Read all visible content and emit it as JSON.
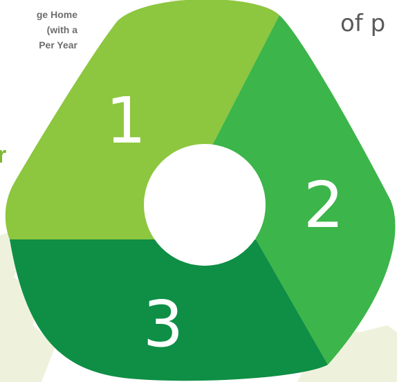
{
  "side_text": {
    "line1": "ge Home",
    "line2": "(with a",
    "line3": "Per Year"
  },
  "green_fragment": "r",
  "headline": "of p",
  "cycle": {
    "segments": [
      {
        "number": "1",
        "color": "#8dc63f"
      },
      {
        "number": "2",
        "color": "#3cb54a"
      },
      {
        "number": "3",
        "color": "#0e8f45"
      }
    ],
    "center_color": "#ffffff"
  },
  "colors": {
    "background_map": "#eef2dc",
    "text_gray": "#6d6d6d",
    "accent_green": "#7cb82f"
  }
}
